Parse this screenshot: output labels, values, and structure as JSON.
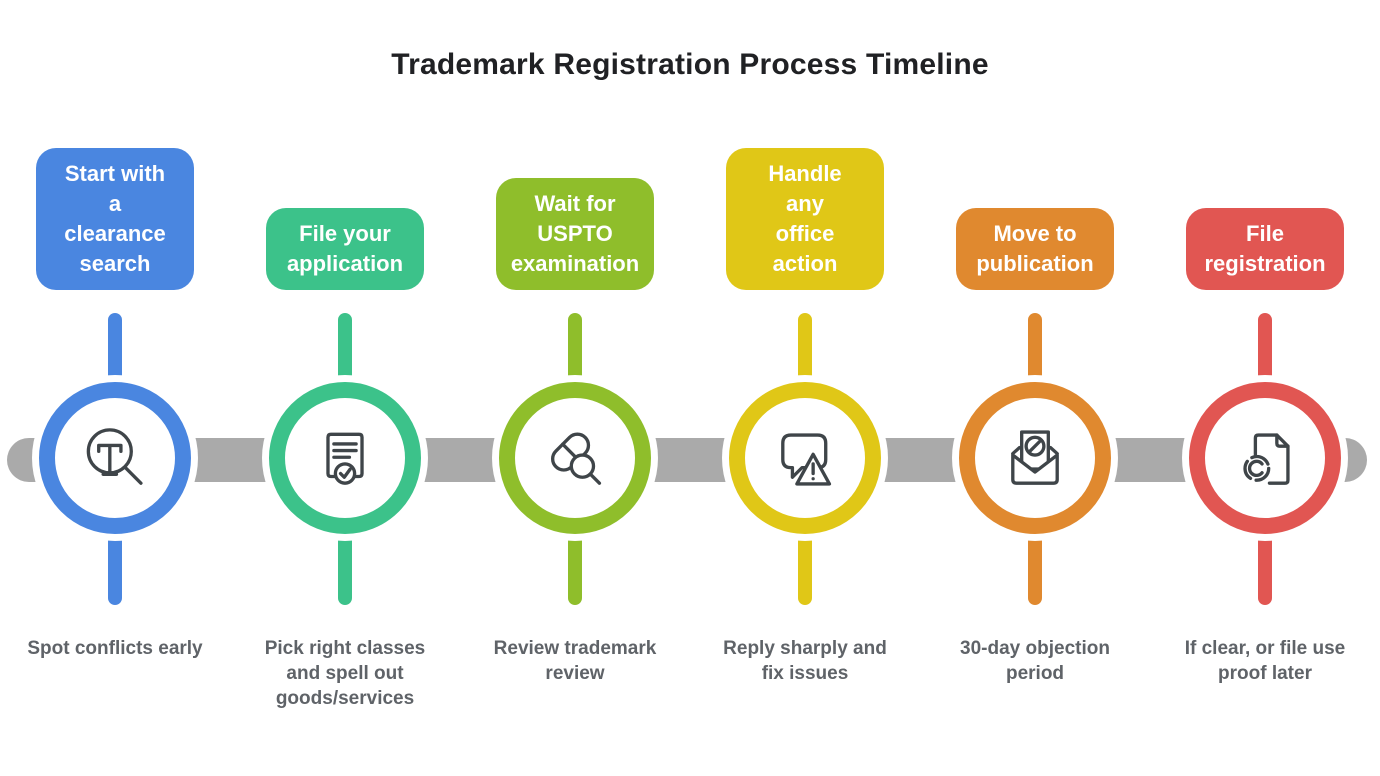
{
  "title": "Trademark Registration Process Timeline",
  "colors": {
    "bar": "#AAAAAA",
    "icon_stroke": "#3F4549",
    "title_text": "#202124",
    "description_text": "#5F6368",
    "label_text": "#FFFFFF"
  },
  "steps": [
    {
      "label": "Start with\na\nclearance\nsearch",
      "description": "Spot conflicts early",
      "color": "#4A86E0",
      "icon": "trademark-search-icon"
    },
    {
      "label": "File your\napplication",
      "description": "Pick right classes\nand spell out\ngoods/services",
      "color": "#3CC28A",
      "icon": "document-check-icon"
    },
    {
      "label": "Wait for\nUSPTO\nexamination",
      "description": "Review trademark\nreview",
      "color": "#8FBE2B",
      "icon": "pill-search-icon"
    },
    {
      "label": "Handle\nany\noffice\naction",
      "description": "Reply sharply and\nfix issues",
      "color": "#E0C717",
      "icon": "chat-warning-icon"
    },
    {
      "label": "Move to\npublication",
      "description": "30-day objection\nperiod",
      "color": "#E0892F",
      "icon": "mail-objection-icon"
    },
    {
      "label": "File\nregistration",
      "description": "If clear, or file use\nproof later",
      "color": "#E15652",
      "icon": "document-copyright-icon"
    }
  ]
}
